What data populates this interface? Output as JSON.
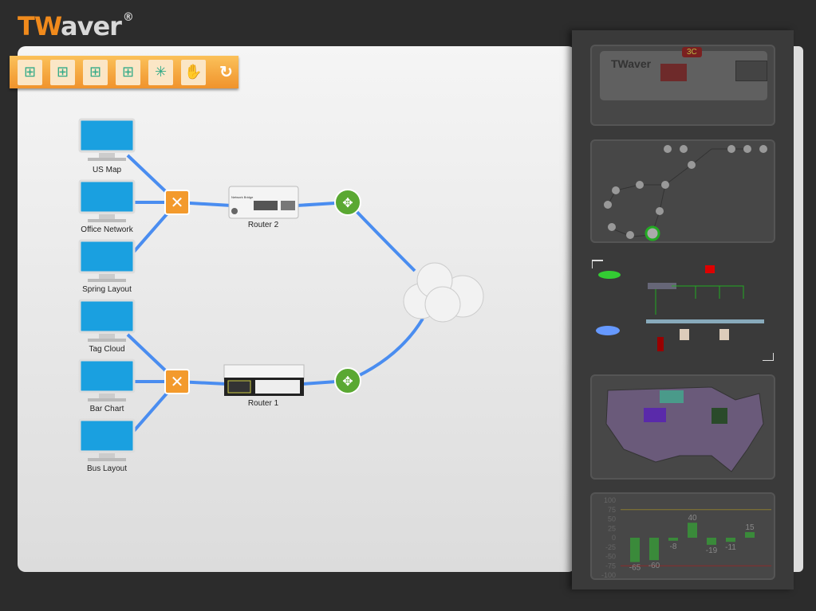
{
  "app": {
    "logo_a": "TW",
    "logo_b": "aver",
    "logo_mark": "®"
  },
  "toolbar": {
    "buttons": [
      {
        "name": "layout-left-tree",
        "glyph": "⊞"
      },
      {
        "name": "layout-right-tree",
        "glyph": "⊞"
      },
      {
        "name": "layout-top-tree",
        "glyph": "⊞"
      },
      {
        "name": "layout-bottom-tree",
        "glyph": "⊞"
      },
      {
        "name": "layout-star",
        "glyph": "✳"
      },
      {
        "name": "pan-hand",
        "glyph": "✋"
      },
      {
        "name": "refresh",
        "glyph": "↻"
      }
    ]
  },
  "nodes": {
    "pc1": "US Map",
    "pc2": "Office Network",
    "pc3": "Spring Layout",
    "pc4": "Tag Cloud",
    "pc5": "Bar Chart",
    "pc6": "Bus Layout",
    "router2": "Router 2",
    "router1": "Router 1",
    "router2_brand": "Network Bridge"
  },
  "thumbnails": {
    "device": {
      "brand": "TWaver",
      "alarm": "3C"
    },
    "bar_chart": {
      "chart_data": {
        "type": "bar",
        "values": [
          -65,
          -60,
          -8,
          40,
          -19,
          -11,
          15
        ],
        "ylim": [
          -100,
          100
        ],
        "yticks": [
          100,
          75,
          50,
          25,
          0,
          -25,
          -50,
          -75,
          -100
        ],
        "upper_line": 75,
        "lower_line": -75
      }
    }
  },
  "colors": {
    "accent": "#f08a1c",
    "link": "#4a8df0",
    "hub": "#5aa832"
  }
}
